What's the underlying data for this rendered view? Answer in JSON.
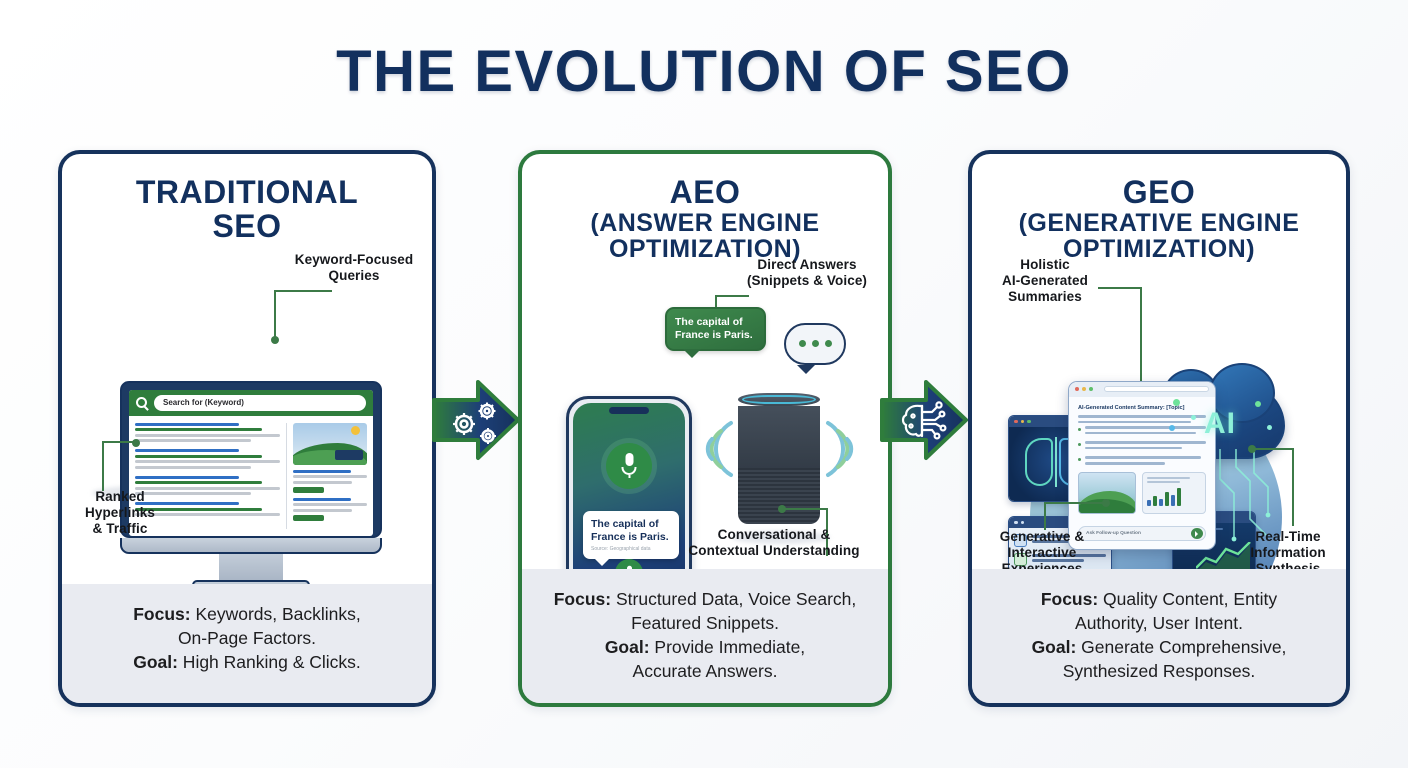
{
  "page": {
    "title": "THE EVOLUTION OF SEO",
    "background_color": "#fbfcfd",
    "navy": "#16325c",
    "green": "#2d7a3e",
    "footer_band": "#e9ebf1"
  },
  "panels": [
    {
      "id": "traditional-seo",
      "title_main": "TRADITIONAL",
      "title_sub": "SEO",
      "border_color": "#16325c",
      "callouts": [
        {
          "key": "keyword",
          "text": "Keyword-Focused\nQueries"
        },
        {
          "key": "ranked",
          "text": "Ranked\nHyperlinks\n& Traffic"
        }
      ],
      "search_placeholder": "Search for (Keyword)",
      "search_icon": "magnifier-icon",
      "footer": {
        "focus_label": "Focus:",
        "focus_text": " Keywords, Backlinks,",
        "focus_text2": "On-Page Factors.",
        "goal_label": "Goal:",
        "goal_text": " High Ranking & Clicks."
      }
    },
    {
      "id": "aeo",
      "title_main": "AEO",
      "title_sub": "(ANSWER ENGINE\nOPTIMIZATION)",
      "border_color": "#2d7a3e",
      "callouts": [
        {
          "key": "direct",
          "text": "Direct Answers\n(Snippets & Voice)"
        },
        {
          "key": "conversational",
          "text": "Conversational &\nContextual Understanding"
        }
      ],
      "bubble_green": "The capital of\nFrance is Paris.",
      "bubble_white": "The capital of\nFrance is Paris.",
      "bubble_white_source": "Source: Geographical data",
      "footer": {
        "focus_label": "Focus:",
        "focus_text": " Structured Data, Voice Search,",
        "focus_text2": "Featured Snippets.",
        "goal_label": "Goal:",
        "goal_text": " Provide Immediate,",
        "goal_text2": "Accurate Answers."
      }
    },
    {
      "id": "geo",
      "title_main": "GEO",
      "title_sub": "(GENERATIVE ENGINE\nOPTIMIZATION)",
      "border_color": "#16325c",
      "callouts": [
        {
          "key": "holistic",
          "text": "Holistic\nAI-Generated\nSummaries"
        },
        {
          "key": "generative",
          "text": "Generative &\nInteractive\nExperiences"
        },
        {
          "key": "realtime",
          "text": "Real-Time\nInformation\nSynthesis"
        }
      ],
      "cloud_label": "AI",
      "doc_title": "AI-Generated Content Summary: [Topic]",
      "doc_input_placeholder": "Ask Follow-up Question",
      "footer": {
        "focus_label": "Focus:",
        "focus_text": " Quality Content, Entity",
        "focus_text2": "Authority, User Intent.",
        "goal_label": "Goal:",
        "goal_text": " Generate Comprehensive,",
        "goal_text2": "Synthesized Responses."
      }
    }
  ],
  "arrows": [
    {
      "id": "arrow-1",
      "icon": "gears-icon",
      "from": "traditional-seo",
      "to": "aeo"
    },
    {
      "id": "arrow-2",
      "icon": "ai-brain-circuit-icon",
      "from": "aeo",
      "to": "geo"
    }
  ]
}
